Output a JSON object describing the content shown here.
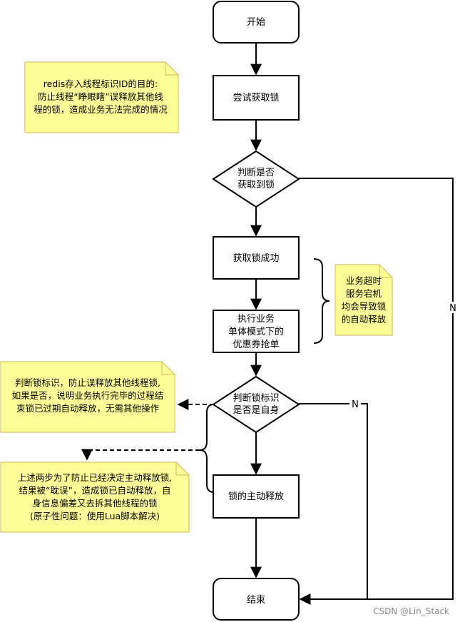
{
  "nodes": {
    "start": "开始",
    "try_lock": "尝试获取锁",
    "check_acquired": [
      "判断是否",
      "获取到锁"
    ],
    "acquire_success": "获取锁成功",
    "execute_business": [
      "执行业务",
      "单体模式下的",
      "优惠券抢单"
    ],
    "check_lock_id": [
      "判断锁标识",
      "是否是自身"
    ],
    "release_lock": "锁的主动释放",
    "end": "结束"
  },
  "edge_labels": {
    "no_acquired": "N",
    "no_self": "N"
  },
  "notes": {
    "redis_note": [
      "redis存入线程标识ID的目的:",
      "防止线程“睁眼瞎”误释放其他线",
      "程的锁，造成业务无法完成的情况"
    ],
    "timeout_note": [
      "业务超时",
      "服务宕机",
      "均会导致锁",
      "的自动释放"
    ],
    "judge_note": [
      "判断锁标识，防止误释放其他线程锁,",
      "如果是否，说明业务执行完毕的过程结",
      "束锁已过期自动释放，无需其他操作"
    ],
    "atomic_note": [
      "上述两步为了防止已经决定主动释放锁,",
      "结果被“耽误”，造成锁已自动释放，自",
      "身信息偏差又去拆其他线程的锁",
      "(原子性问题：使用Lua脚本解决)"
    ]
  },
  "watermark": "CSDN @Lin_Stack",
  "colors": {
    "note_fill": "#ffff99",
    "note_stroke": "#d6b656",
    "node_stroke": "#000000"
  }
}
